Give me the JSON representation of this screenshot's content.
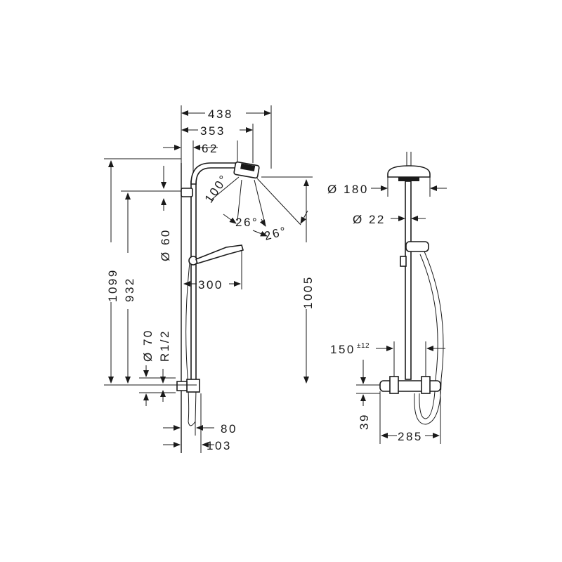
{
  "front_view": {
    "width_overall": "438",
    "width_head_arm": "353",
    "head_offset": "62",
    "height_overall": "1099",
    "height_holder": "932",
    "holder_diameter": "Ø 60",
    "head_angle": "100°",
    "spray_angle_left": "26°",
    "spray_angle_right": "26°",
    "hand_shower_length": "300",
    "height_head": "1005",
    "inlet_diameter": "Ø 70",
    "inlet_thread": "R1/2",
    "wall_offset_80": "80",
    "wall_offset_103": "103"
  },
  "side_view": {
    "head_diameter": "Ø 180",
    "pipe_diameter": "Ø 22",
    "inlet_spacing": "150",
    "inlet_spacing_tolerance": "±12",
    "thermostat_height": "39",
    "thermostat_width": "285"
  }
}
